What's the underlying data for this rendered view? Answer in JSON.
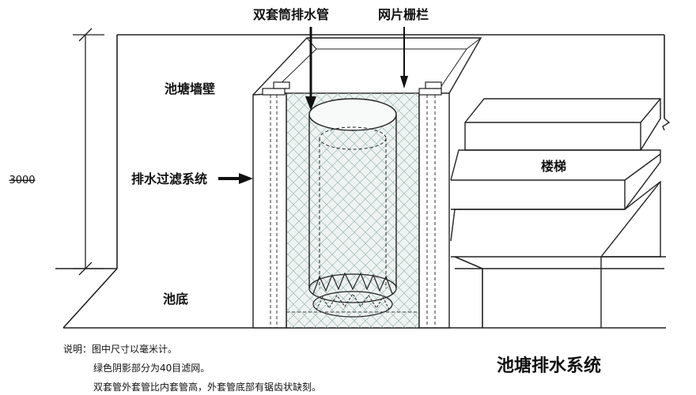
{
  "title": "池塘排水系统",
  "dimension": "3000",
  "labels": {
    "pipe": "双套筒排水管",
    "grille": "网片栅栏",
    "wall": "池塘墙壁",
    "filter": "排水过滤系统",
    "stairs": "楼梯",
    "bottom": "池底"
  },
  "notes": [
    "说明：图中尺寸以毫米计。",
    "绿色阴影部分为40目滤网。",
    "双套管外套管比内套管高，外套管底部有锯齿状缺刻。"
  ],
  "colors": {
    "line": "#222222",
    "mesh": "#9fb7b2",
    "mesh_fill": "#eef3f2"
  }
}
